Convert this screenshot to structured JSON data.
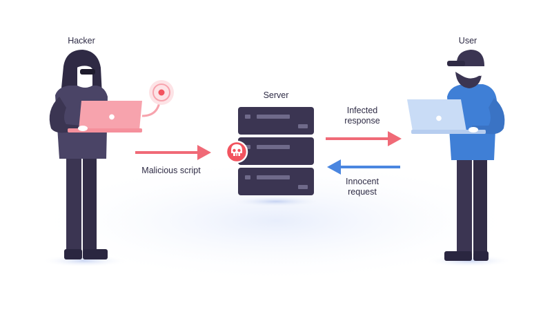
{
  "labels": {
    "hacker": "Hacker",
    "user": "User",
    "server": "Server",
    "malicious": "Malicious script",
    "infected_line1": "Infected",
    "infected_line2": "response",
    "innocent_line1": "Innocent",
    "innocent_line2": "request"
  },
  "colors": {
    "figure_dark": "#3b3552",
    "figure_mid": "#4a4466",
    "skin": "#ffffff",
    "laptop_pink": "#f7a3ad",
    "laptop_blue": "#c9dcf6",
    "user_shirt": "#3f7fd6",
    "server_body": "#3b3552",
    "arrow_red": "#f06a77",
    "arrow_blue": "#4a86e0",
    "skull_badge": "#f2545f"
  },
  "icons": [
    "skull-icon",
    "signal-icon",
    "server-icon",
    "laptop-icon"
  ]
}
